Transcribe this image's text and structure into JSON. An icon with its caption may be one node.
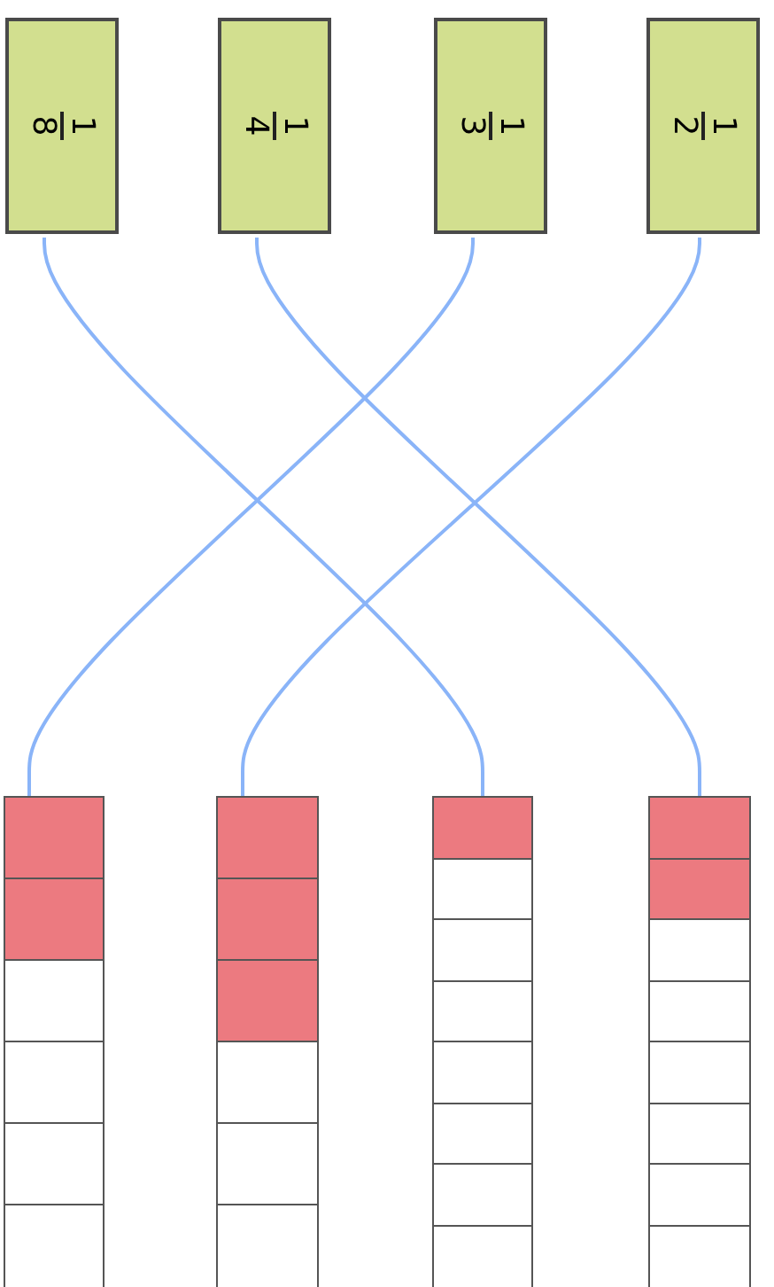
{
  "diagram": {
    "nodes": [
      {
        "text": [
          "1",
          "8"
        ]
      },
      {
        "text": [
          "1",
          "4"
        ]
      },
      {
        "text": [
          "1",
          "3"
        ]
      },
      {
        "text": [
          "1",
          "2"
        ]
      },
      {
        "text": [],
        "shape": "bar"
      },
      {
        "text": [],
        "shape": "bar"
      },
      {
        "text": [],
        "shape": "bar"
      },
      {
        "text": [],
        "shape": "bar"
      }
    ],
    "edges": [
      {
        "from": 0,
        "to": 6,
        "arrow": "none"
      },
      {
        "from": 1,
        "to": 7,
        "arrow": "none"
      },
      {
        "from": 2,
        "to": 4,
        "arrow": "none"
      },
      {
        "from": 3,
        "to": 5,
        "arrow": "none"
      }
    ]
  }
}
